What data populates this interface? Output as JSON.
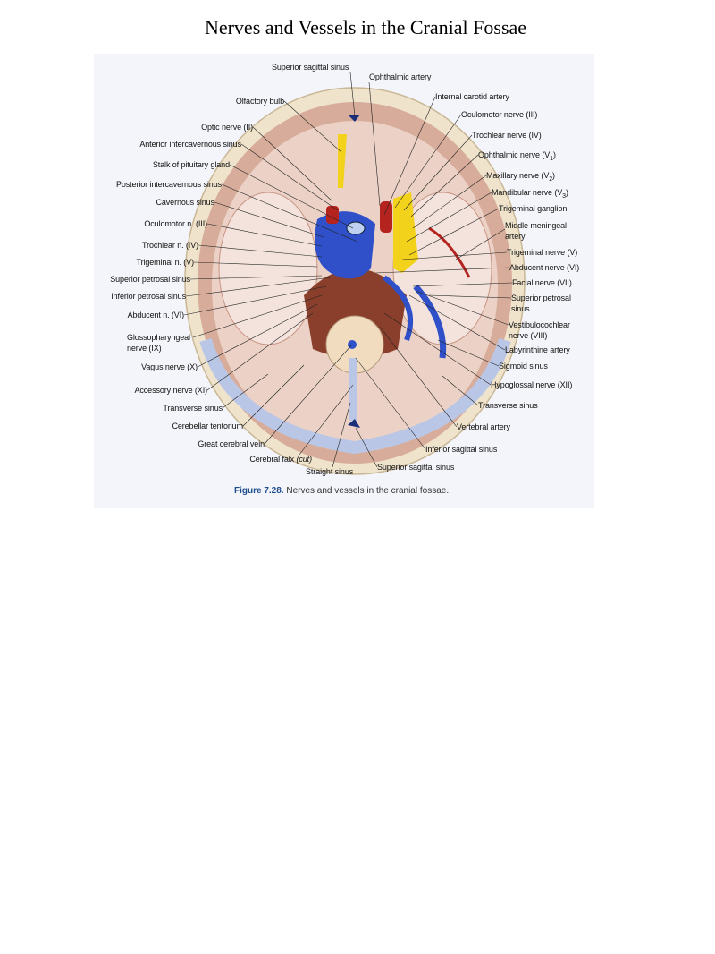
{
  "title": "Nerves and Vessels in the Cranial Fossae",
  "figure": {
    "caption_number": "Figure 7.28.",
    "caption_text": " Nerves and vessels in the cranial fossae.",
    "top_label": "Superior sagittal sinus",
    "left_labels": [
      "Olfactory bulb",
      "Optic nerve (II)",
      "Anterior intercavernous sinus",
      "Stalk of pituitary gland",
      "Posterior intercavernous sinus",
      "Cavernous sinus",
      "Oculomotor n. (III)",
      "Trochlear n. (IV)",
      "Trigeminal n. (V)",
      "Superior petrosal sinus",
      "Inferior petrosal sinus",
      "Abducent n. (VI)",
      "Glossopharyngeal",
      "nerve (IX)",
      "Vagus nerve (X)",
      "Accessory nerve (XI)",
      "Transverse sinus",
      "Cerebellar tentorium",
      "Great cerebral vein",
      "Cerebral falx",
      "(cut)",
      "Straight sinus"
    ],
    "right_labels": [
      "Ophthalmic artery",
      "Internal carotid artery",
      "Oculomotor nerve (III)",
      "Trochlear nerve (IV)",
      "Ophthalmic nerve (V",
      "1",
      ")",
      "Maxillary nerve (V",
      "2",
      ")",
      "Mandibular nerve (V",
      "3",
      ")",
      "Trigeminal ganglion",
      "Middle meningeal",
      "artery",
      "Trigeminal nerve (V)",
      "Abducent nerve (VI)",
      "Facial nerve (VII)",
      "Superior petrosal",
      "sinus",
      "Vestibulocochlear",
      "nerve (VIII)",
      "Labyrinthine artery",
      "Sigmoid sinus",
      "Hypoglossal nerve (XII)",
      "Transverse sinus",
      "Vertebral artery",
      "Inferior sagittal sinus",
      "Superior sagittal sinus"
    ]
  },
  "colors": {
    "nerve": "#f2d21a",
    "vein": "#2f50c8",
    "artery": "#b5231e",
    "brain": "#c98f7a",
    "bone": "#efe3cc",
    "caption_blue": "#1c4c8c"
  }
}
